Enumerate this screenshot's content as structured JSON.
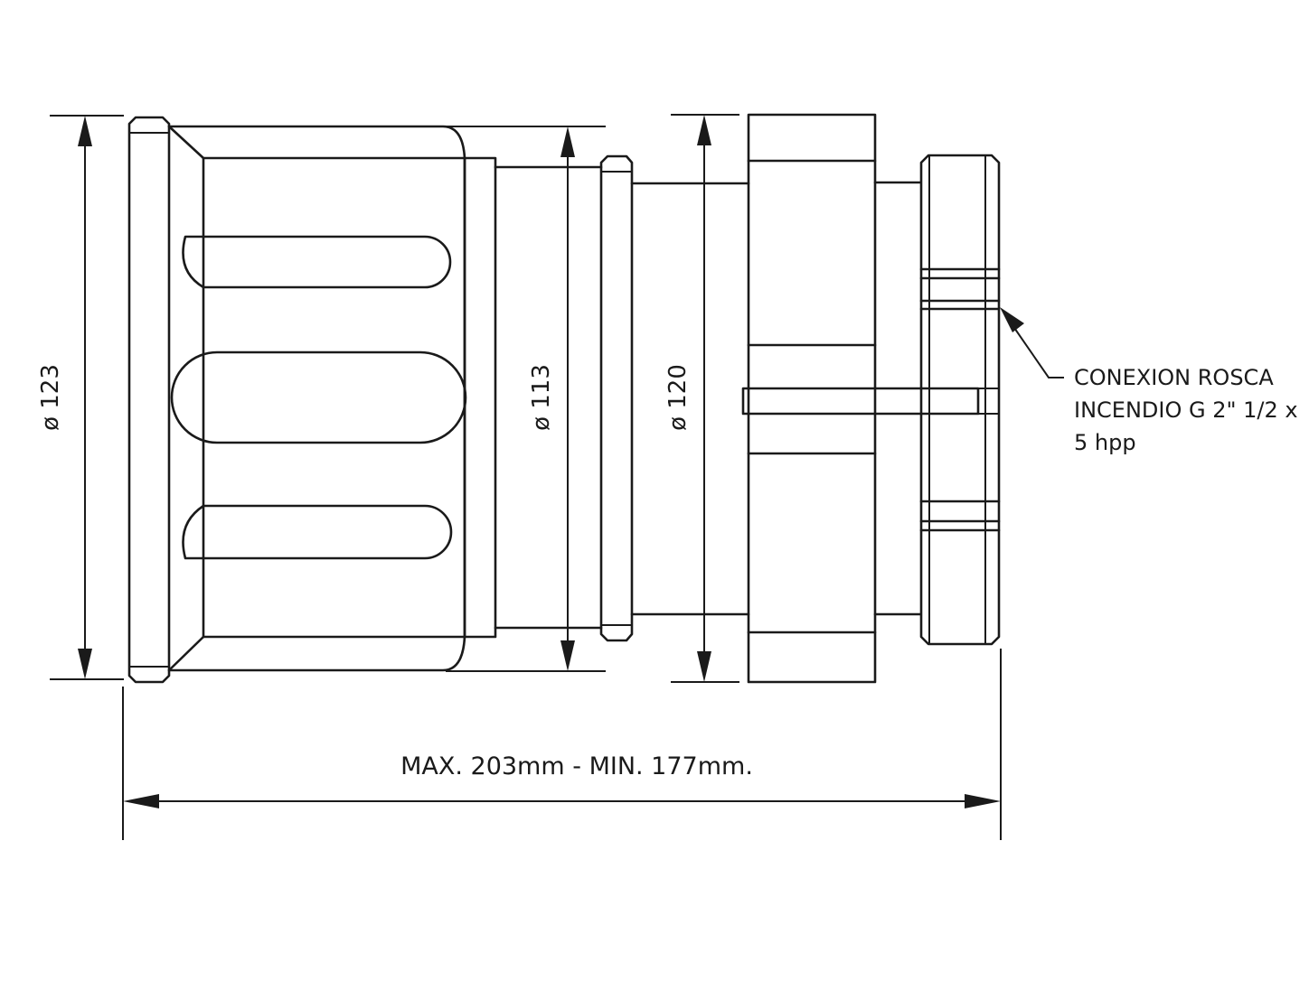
{
  "dimensions": {
    "d_outer_left": "ø 123",
    "d_middle": "ø 113",
    "d_right": "ø 120",
    "total_length": "MAX. 203mm - MIN. 177mm."
  },
  "callout": {
    "line1": "CONEXION ROSCA",
    "line2": "INCENDIO G 2\" 1/2 x",
    "line3": "5 hpp"
  }
}
